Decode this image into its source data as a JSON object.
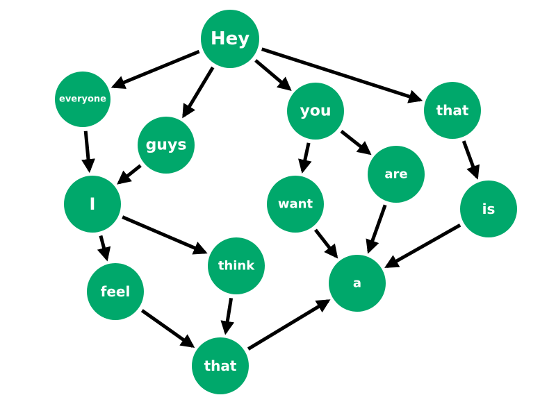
{
  "colors": {
    "node_fill": "#00A86B",
    "label": "#ffffff",
    "edge": "#000000",
    "background": "#ffffff"
  },
  "nodes": [
    {
      "id": "hey",
      "label": "Hey"
    },
    {
      "id": "everyone",
      "label": "everyone"
    },
    {
      "id": "guys",
      "label": "guys"
    },
    {
      "id": "you",
      "label": "you"
    },
    {
      "id": "that_top",
      "label": "that"
    },
    {
      "id": "i",
      "label": "I"
    },
    {
      "id": "want",
      "label": "want"
    },
    {
      "id": "are",
      "label": "are"
    },
    {
      "id": "is",
      "label": "is"
    },
    {
      "id": "feel",
      "label": "feel"
    },
    {
      "id": "think",
      "label": "think"
    },
    {
      "id": "a",
      "label": "a"
    },
    {
      "id": "that_bottom",
      "label": "that"
    }
  ],
  "edges": [
    {
      "from": "hey",
      "to": "everyone"
    },
    {
      "from": "hey",
      "to": "guys"
    },
    {
      "from": "hey",
      "to": "you"
    },
    {
      "from": "hey",
      "to": "that_top"
    },
    {
      "from": "everyone",
      "to": "i"
    },
    {
      "from": "guys",
      "to": "i"
    },
    {
      "from": "you",
      "to": "want"
    },
    {
      "from": "you",
      "to": "are"
    },
    {
      "from": "that_top",
      "to": "is"
    },
    {
      "from": "i",
      "to": "feel"
    },
    {
      "from": "i",
      "to": "think"
    },
    {
      "from": "want",
      "to": "a"
    },
    {
      "from": "are",
      "to": "a"
    },
    {
      "from": "is",
      "to": "a"
    },
    {
      "from": "feel",
      "to": "that_bottom"
    },
    {
      "from": "think",
      "to": "that_bottom"
    },
    {
      "from": "that_bottom",
      "to": "a"
    }
  ]
}
